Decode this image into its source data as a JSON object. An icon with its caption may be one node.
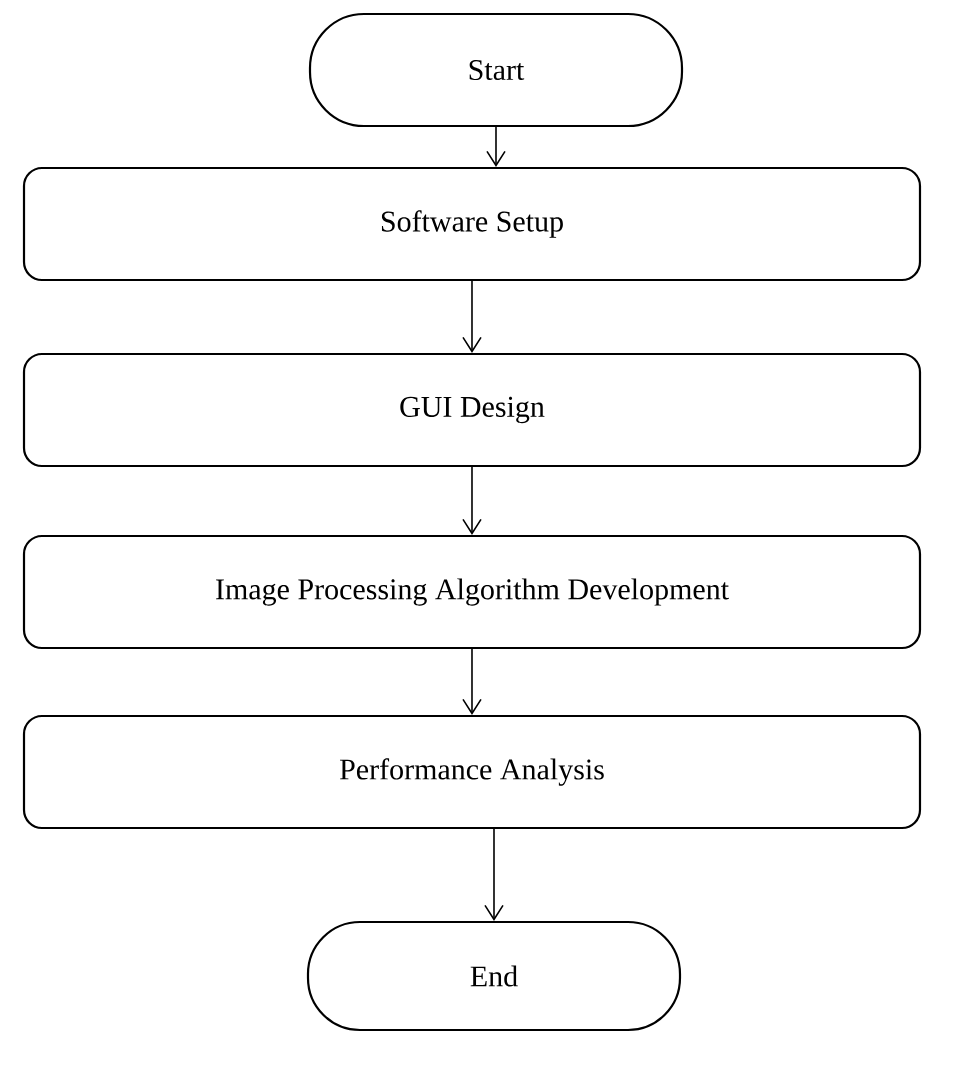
{
  "diagram": {
    "nodes": [
      {
        "text": [
          "Start"
        ]
      },
      {
        "text": [
          "Software Setup"
        ]
      },
      {
        "text": [
          "GUI Design"
        ]
      },
      {
        "text": [
          "Image Processing Algorithm Development"
        ]
      },
      {
        "text": [
          "Performance Analysis"
        ]
      },
      {
        "text": [
          "End"
        ]
      }
    ],
    "edges": [
      {
        "from": 0,
        "to": 1,
        "arrow": "to"
      },
      {
        "from": 1,
        "to": 2,
        "arrow": "to"
      },
      {
        "from": 2,
        "to": 3,
        "arrow": "to"
      },
      {
        "from": 3,
        "to": 4,
        "arrow": "to"
      },
      {
        "from": 4,
        "to": 5,
        "arrow": "to"
      }
    ]
  }
}
